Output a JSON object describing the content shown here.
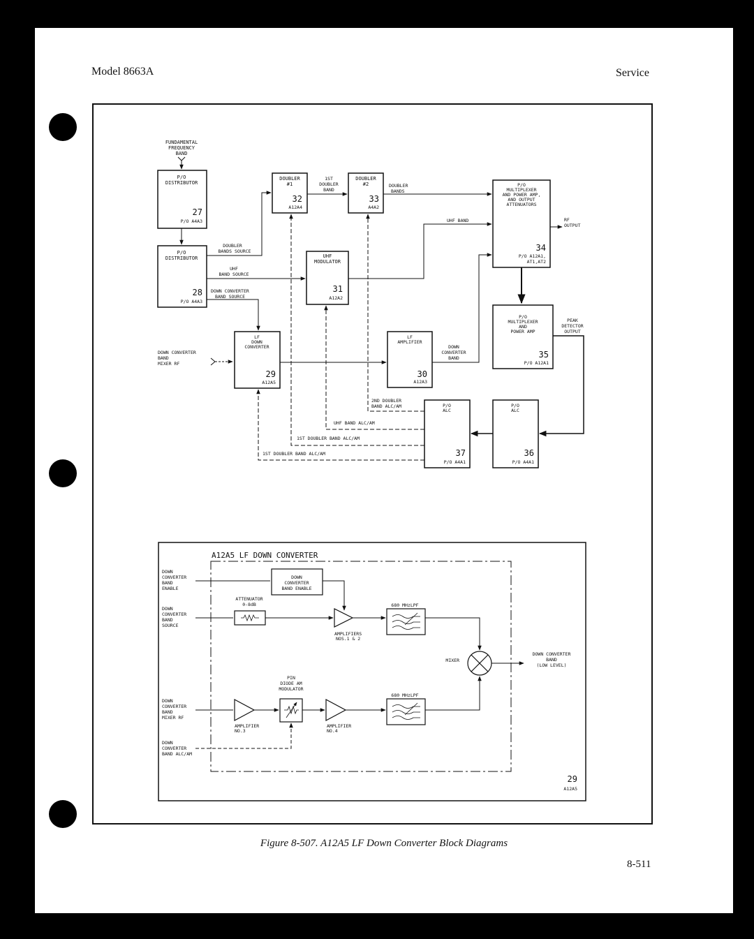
{
  "header": {
    "model": "Model 8663A",
    "section": "Service"
  },
  "caption": "Figure 8-507. A12A5 LF Down Converter Block Diagrams",
  "page_number": "8-511",
  "overall": {
    "inputs": {
      "fundamental": [
        "FUNDAMENTAL",
        "FREQUENCY",
        "BAND"
      ],
      "mixer_rf": [
        "DOWN CONVERTER",
        "BAND",
        "MIXER RF"
      ]
    },
    "blocks": {
      "b27": {
        "title": [
          "P/O",
          "DISTRIBUTOR"
        ],
        "num": "27",
        "ref": "P/O A4A3"
      },
      "b28": {
        "title": [
          "P/O",
          "DISTRIBUTOR"
        ],
        "num": "28",
        "ref": "P/O A4A3"
      },
      "b32": {
        "title": [
          "DOUBLER",
          "#1"
        ],
        "num": "32",
        "ref": "A12A4"
      },
      "b33": {
        "title": [
          "DOUBLER",
          "#2"
        ],
        "num": "33",
        "ref": "A4A2"
      },
      "b31": {
        "title": [
          "UHF",
          "MODULATOR"
        ],
        "num": "31",
        "ref": "A12A2"
      },
      "b34": {
        "title": [
          "P/O",
          "MULTIPLEXER",
          "AND POWER AMP,",
          "AND OUTPUT",
          "ATTENUATORS"
        ],
        "num": "34",
        "ref": [
          "P/O A12A1,",
          "AT1,AT2"
        ]
      },
      "b35": {
        "title": [
          "P/O",
          "MULTIPLEXER",
          "AND",
          "POWER AMP"
        ],
        "num": "35",
        "ref": "P/O A12A1"
      },
      "b29": {
        "title": [
          "LF",
          "DOWN",
          "CONVERTER"
        ],
        "num": "29",
        "ref": "A12A5"
      },
      "b30": {
        "title": [
          "LF",
          "AMPLIFIER"
        ],
        "num": "30",
        "ref": "A12A3"
      },
      "b37": {
        "title": [
          "P/O",
          "ALC"
        ],
        "num": "37",
        "ref": "P/O A4A1"
      },
      "b36": {
        "title": [
          "P/O",
          "ALC"
        ],
        "num": "36",
        "ref": "P/O A4A1"
      }
    },
    "signals": {
      "doubler_bands_source": [
        "DOUBLER",
        "BANDS SOURCE"
      ],
      "uhf_band_source": [
        "UHF",
        "BAND SOURCE"
      ],
      "dc_band_source": [
        "DOWN CONVERTER",
        "BAND SOURCE"
      ],
      "first_doubler_band": [
        "1ST",
        "DOUBLER",
        "BAND"
      ],
      "doubler_bands": [
        "DOUBLER",
        "BANDS"
      ],
      "uhf_band": "UHF BAND",
      "rf_output": [
        "RF",
        "OUTPUT"
      ],
      "peak_detector_output": [
        "PEAK",
        "DETECTOR",
        "OUTPUT"
      ],
      "down_converter_band": [
        "DOWN",
        "CONVERTER",
        "BAND"
      ],
      "second_doubler_alc": [
        "2ND DOUBLER",
        "BAND ALC/AM"
      ],
      "uhf_band_alc": "UHF BAND ALC/AM",
      "first_doubler_alc_a": "1ST DOUBLER BAND ALC/AM",
      "first_doubler_alc_b": "1ST DOUBLER BAND ALC/AM"
    }
  },
  "detail": {
    "title": "A12A5 LF DOWN CONVERTER",
    "inputs": {
      "enable": [
        "DOWN",
        "CONVERTER",
        "BAND",
        "ENABLE"
      ],
      "source": [
        "DOWN",
        "CONVERTER",
        "BAND",
        "SOURCE"
      ],
      "mixer_rf": [
        "DOWN",
        "CONVERTER",
        "BAND",
        "MIXER RF"
      ],
      "alc": [
        "DOWN",
        "CONVERTER",
        "BAND ALC/AM"
      ]
    },
    "blocks": {
      "enable_block": [
        "DOWN",
        "CONVERTER",
        "BAND ENABLE"
      ],
      "attenuator": [
        "ATTENUATOR",
        "0-8dB"
      ],
      "amps12": [
        "AMPLIFIERS",
        "NOS.1 & 2"
      ],
      "lpf_top": "680 MHzLPF",
      "lpf_bottom": "680 MHzLPF",
      "mixer": "MIXER",
      "pin_mod": [
        "PIN",
        "DIODE AM",
        "MODULATOR"
      ],
      "amp3": [
        "AMPLIFIER",
        "NO.3"
      ],
      "amp4": [
        "AMPLIFIER",
        "NO.4"
      ]
    },
    "output": [
      "DOWN CONVERTER",
      "BAND",
      "(LOW LEVEL)"
    ],
    "num": "29",
    "ref": "A12A5"
  }
}
